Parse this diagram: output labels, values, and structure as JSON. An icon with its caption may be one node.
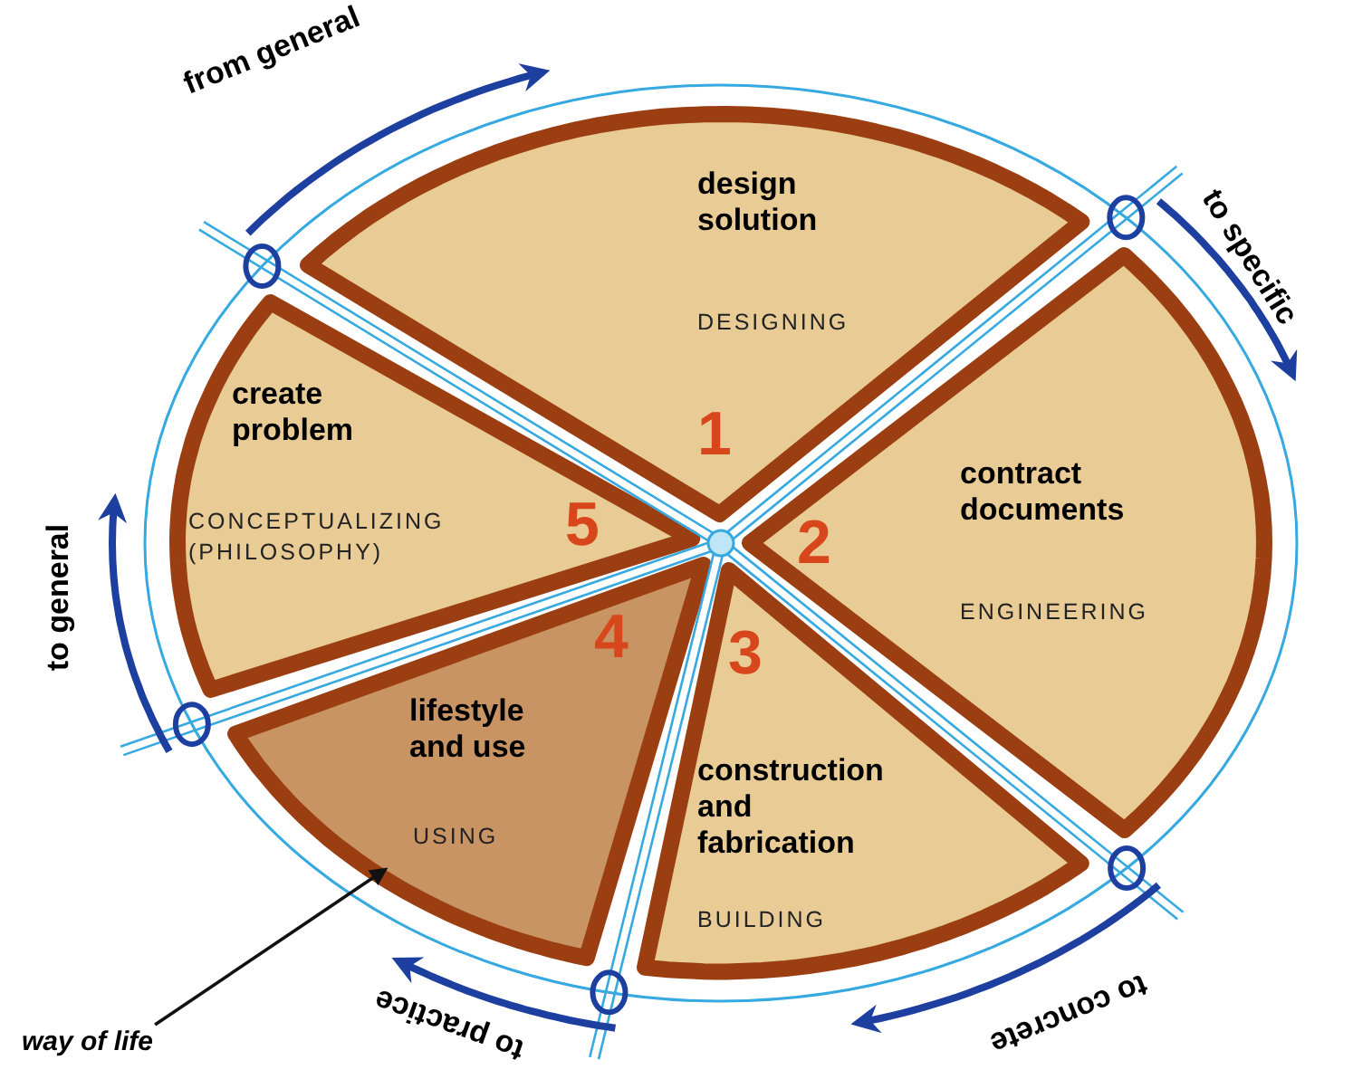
{
  "diagram": {
    "nodes": [
      {
        "text": [
          "design solution",
          "DESIGNING",
          "1"
        ]
      },
      {
        "text": [
          "contract documents",
          "ENGINEERING",
          "2"
        ]
      },
      {
        "text": [
          "3",
          "construction and fabrication",
          "BUILDING"
        ]
      },
      {
        "text": [
          "4",
          "lifestyle and use",
          "USING"
        ]
      },
      {
        "text": [
          "create problem",
          "CONCEPTUALIZING (PHILOSOPHY)",
          "5"
        ]
      },
      {
        "text": [
          "way of life"
        ]
      }
    ],
    "edges": [
      {
        "from": 5,
        "to": 3,
        "arrow": "to"
      }
    ],
    "labels": [
      "from general",
      "to specific",
      "to general",
      "to practice",
      "to concrete"
    ]
  }
}
